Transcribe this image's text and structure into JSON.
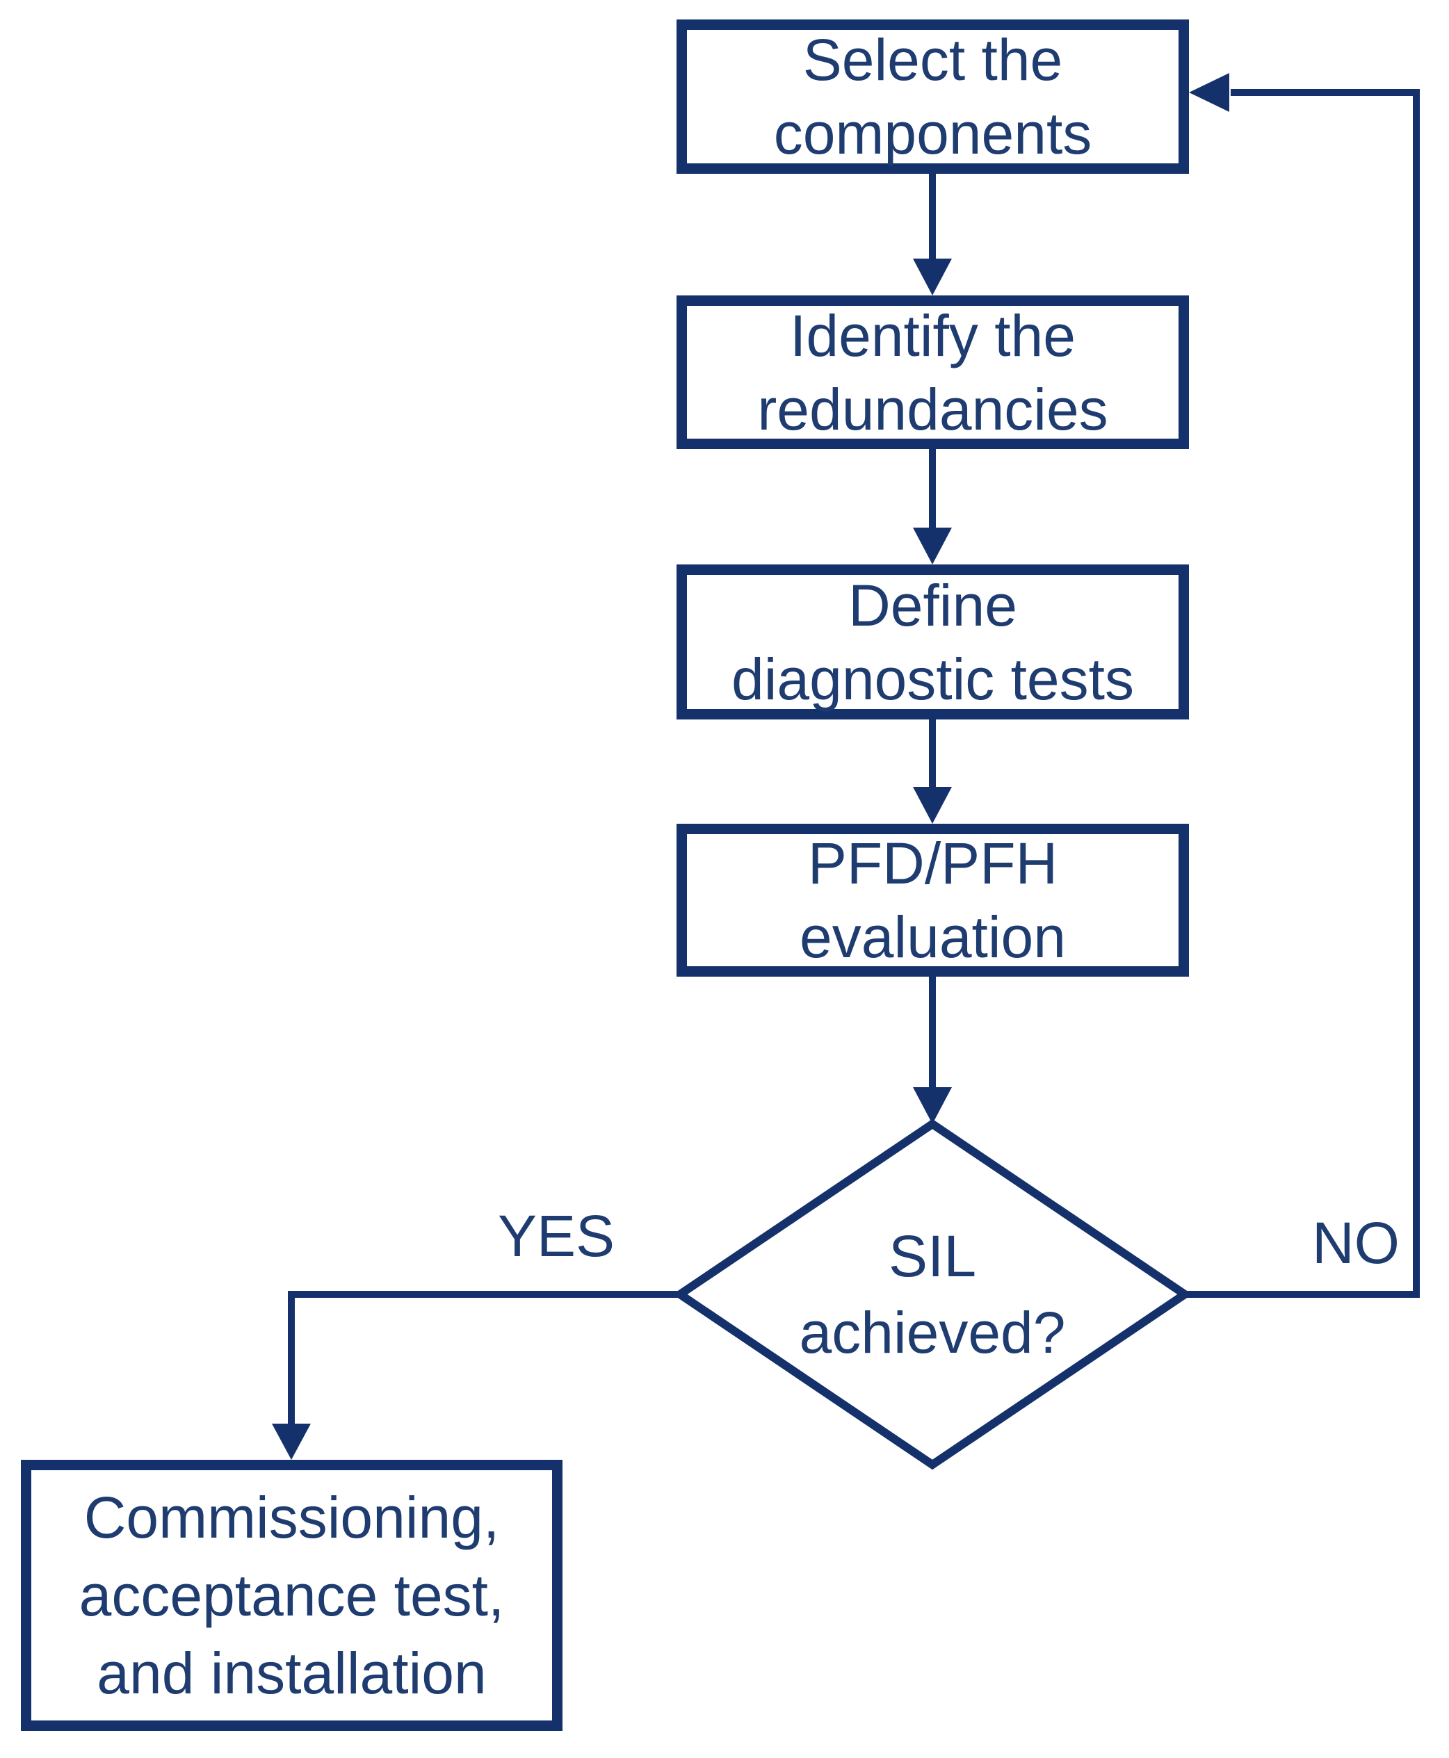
{
  "colors": {
    "navy": "#15316b",
    "text": "#1f3c70",
    "background": "#ffffff"
  },
  "nodes": {
    "select_components": {
      "line1": "Select the",
      "line2": "components"
    },
    "identify_redundancies": {
      "line1": "Identify the",
      "line2": "redundancies"
    },
    "define_diagnostic_tests": {
      "line1": "Define",
      "line2": "diagnostic tests"
    },
    "pfd_pfh_evaluation": {
      "line1": "PFD/PFH",
      "line2": "evaluation"
    },
    "sil_achieved": {
      "line1": "SIL",
      "line2": "achieved?"
    },
    "commissioning": {
      "line1": "Commissioning,",
      "line2": "acceptance test,",
      "line3": "and installation"
    }
  },
  "edges": {
    "yes_label": "YES",
    "no_label": "NO"
  }
}
